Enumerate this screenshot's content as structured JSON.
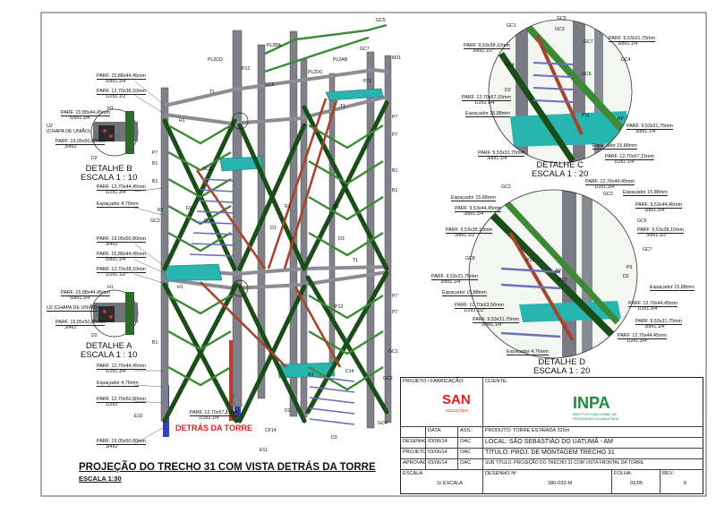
{
  "colors": {
    "member_green": "#2f6a2b",
    "dark_green": "#123d12",
    "column_gray": "#7d7d86",
    "platform": "#28b5b0",
    "diagonal_red": "#a8442c",
    "bolt_blue": "#3a3fb2",
    "accent_red": "#e21b1b"
  },
  "main_labels": {
    "gc5": "GC5",
    "gc7": "GC7",
    "pl2cd": "PL2CD",
    "pl2ba": "PL2BA",
    "p12": "P12",
    "pl2dc": "PL2DC",
    "pl2ab": "PL2AB",
    "m21": "M21",
    "p11": "P11",
    "t1_a": "T1",
    "t1_b": "T1",
    "t1_c": "T1",
    "h1_a": "H1",
    "h1_b": "H1",
    "gc6": "GC6",
    "p7_a": "P7",
    "p7_b": "P7",
    "p7_c": "P7",
    "p7_d": "P7",
    "p7_e": "P7",
    "b1_a": "B1",
    "b1_b": "B1",
    "b1_c": "B1",
    "b1_d": "B1",
    "b1_e": "B1",
    "r1_a": "R1",
    "r1_b": "R1",
    "r1_c": "R1",
    "r1_d": "R1",
    "d2_a": "D2",
    "d2_b": "D2",
    "d3_a": "D3",
    "d3_b": "D3",
    "d1": "D1",
    "gc1": "GC1",
    "gc3": "GC3",
    "gc4_a": "GC4",
    "gc4_b": "GC4",
    "p13": "P13",
    "cf14": "CF14",
    "e11": "E11",
    "e10": "E10",
    "c14": "C14",
    "gc2": "GC2",
    "gc8": "GC8"
  },
  "left_callouts": [
    "PARF. 15,88x44,45mm",
    "5/8x1.3/4\"",
    "PARF. 12,70x38,10mm",
    "1/2x1.1/2\"",
    "PARF. 15,88x44,45mm",
    "5/8x1.3/4\"",
    "U2",
    "(CHAPA DE UNIÃO)",
    "PARF. 19,05x50,80mm",
    "3/4x2\"",
    "PARF. 12,70x44,45mm",
    "1/2x1.3/4\"",
    "Espaçador 4,76mm",
    "PARF. 19,05x50,80mm",
    "3/4x2\"",
    "PARF. 15,88x44,45mm",
    "5/8x1.3/4\"",
    "PARF. 12,70x38,10mm",
    "1/2x1.1/2\"",
    "PARF. 15,88x44,45mm",
    "5/8x1.3/4\"",
    "U2 (CHAPA DE UNIÃO)",
    "PARF. 19,05x50,80mm",
    "3/4x2\"",
    "PARF. 12,70x44,45mm",
    "1/2x1.3/4\"",
    "Espaçador 4,76mm",
    "PARF. 12,70x50,80mm",
    "1/2x2\"",
    "PARF. 12,70x57,15mm",
    "1/2x2.1/4\"",
    "PARF. 19,05x50,80mm",
    "3/4x2\""
  ],
  "detail_b": {
    "title": "DETALHE B",
    "scale": "ESCALA 1 : 10",
    "h1": "H1",
    "d2": "D2"
  },
  "detail_a": {
    "title": "DETALHE A",
    "scale": "ESCALA 1 : 10",
    "h1": "H1",
    "d2": "D2"
  },
  "detail_c": {
    "title": "DETALHE C",
    "scale": "ESCALA 1 : 20",
    "labels": [
      "GC5",
      "GC1",
      "GC3",
      "GC7",
      "GC4",
      "GC6",
      "D2",
      "P11",
      "AP",
      "GC4"
    ],
    "callouts": [
      "PARF. 9,53x38,10mm",
      "3/8x1.1/2\"",
      "PARF. 9,53x31,75mm",
      "3/8x1.1/4\"",
      "PARF. 12,70x57,15mm",
      "1/2x2.1/4\"",
      "Espaçador 15,88mm",
      "PARF. 9,53x31,75mm",
      "3/8x1.1/4\"",
      "Espaçador 15,88mm",
      "PARF. 12,70x57,15mm",
      "1/2x2.1/4\"",
      "PARF. 9,53x31,75mm",
      "3/8x1.1/4\""
    ]
  },
  "detail_d": {
    "title": "DETALHE D",
    "scale": "ESCALA 1 : 20",
    "labels": [
      "GC2",
      "GC3",
      "GC6",
      "GC7",
      "GC8",
      "P10",
      "AP",
      "P9",
      "D2",
      "P13"
    ],
    "callouts": [
      "PARF. 12,70x44,45mm",
      "1/2x1.3/4\"",
      "Espaçador 15,88mm",
      "Espaçador 15,88mm",
      "PARF. 9,53x44,45mm",
      "3/8x1.3/4\"",
      "PARF. 9,53x44,45mm",
      "3/8x1.3/4\"",
      "PARF. 9,53x38,10mm",
      "3/8x1.1/2\"",
      "PARF. 9,53x38,10mm",
      "3/8x1.1/2\"",
      "PARF. 9,53x31,75mm",
      "3/8x1.1/4\"",
      "Espaçador 15,88mm",
      "Espaçador 15,88mm",
      "PARF. 12,70x63,50mm",
      "1/2x2.1/2\"",
      "PARF. 12,70x44,45mm",
      "1/2x1.3/4\"",
      "PARF. 9,53x31,75mm",
      "3/8x1.1/4\"",
      "PARF. 9,53x31,75mm",
      "3/8x1.1/4\"",
      "PARF. 12,70x44,45mm",
      "1/2x1.3/4\"",
      "Espaçador 4,76mm"
    ]
  },
  "back_label": "DETRÁS DA TORRE",
  "bottom_title": "PROJEÇÃO DO TRECHO 31 COM VISTA DETRÁS DA TORRE",
  "bottom_scale": "ESCALA 1:30",
  "title_block": {
    "projeto_fabricacao": "PROJETO / FABRICAÇÃO:",
    "cliente": "CLIENTE:",
    "san_logo": "SAN",
    "san_sub": "SOLUÇÕES",
    "inpa_logo": "INPA",
    "inpa_sub1": "INSTITUTO NACIONAL DE",
    "inpa_sub2": "PESQUISAS DA AMAZÔNIA",
    "col_data": "DATA:",
    "col_ass": "ASS.:",
    "rows": [
      {
        "role": "DESENHO",
        "date": "03/06/14",
        "sig": "OAC"
      },
      {
        "role": "PROJETO",
        "date": "03/06/14",
        "sig": "OAC"
      },
      {
        "role": "APROVADO",
        "date": "03/06/14",
        "sig": "OAC"
      }
    ],
    "produto": "PRODUTO: TORRE ESTAIADA 325m",
    "local": "LOCAL: SÃO SEBASTIÃO DO UATUMÃ - AM",
    "titulo": "TÍTULO: PROJ. DE MONTAGEM TRECHO 31",
    "subtitulo": "SUB TÍTULO: PROJEÇÃO DO TRECHO 31 COM VISTA FRONTAL DA TORRE",
    "escala_label": "ESCALA:",
    "escala_value": "S/ ESCALA",
    "desenho_label": "DESENHO Nº",
    "desenho_value": "380-032-M",
    "folha_label": "FOLHA:",
    "folha_value": "01/05",
    "rev_label": "REV.:",
    "rev_value": "0"
  }
}
